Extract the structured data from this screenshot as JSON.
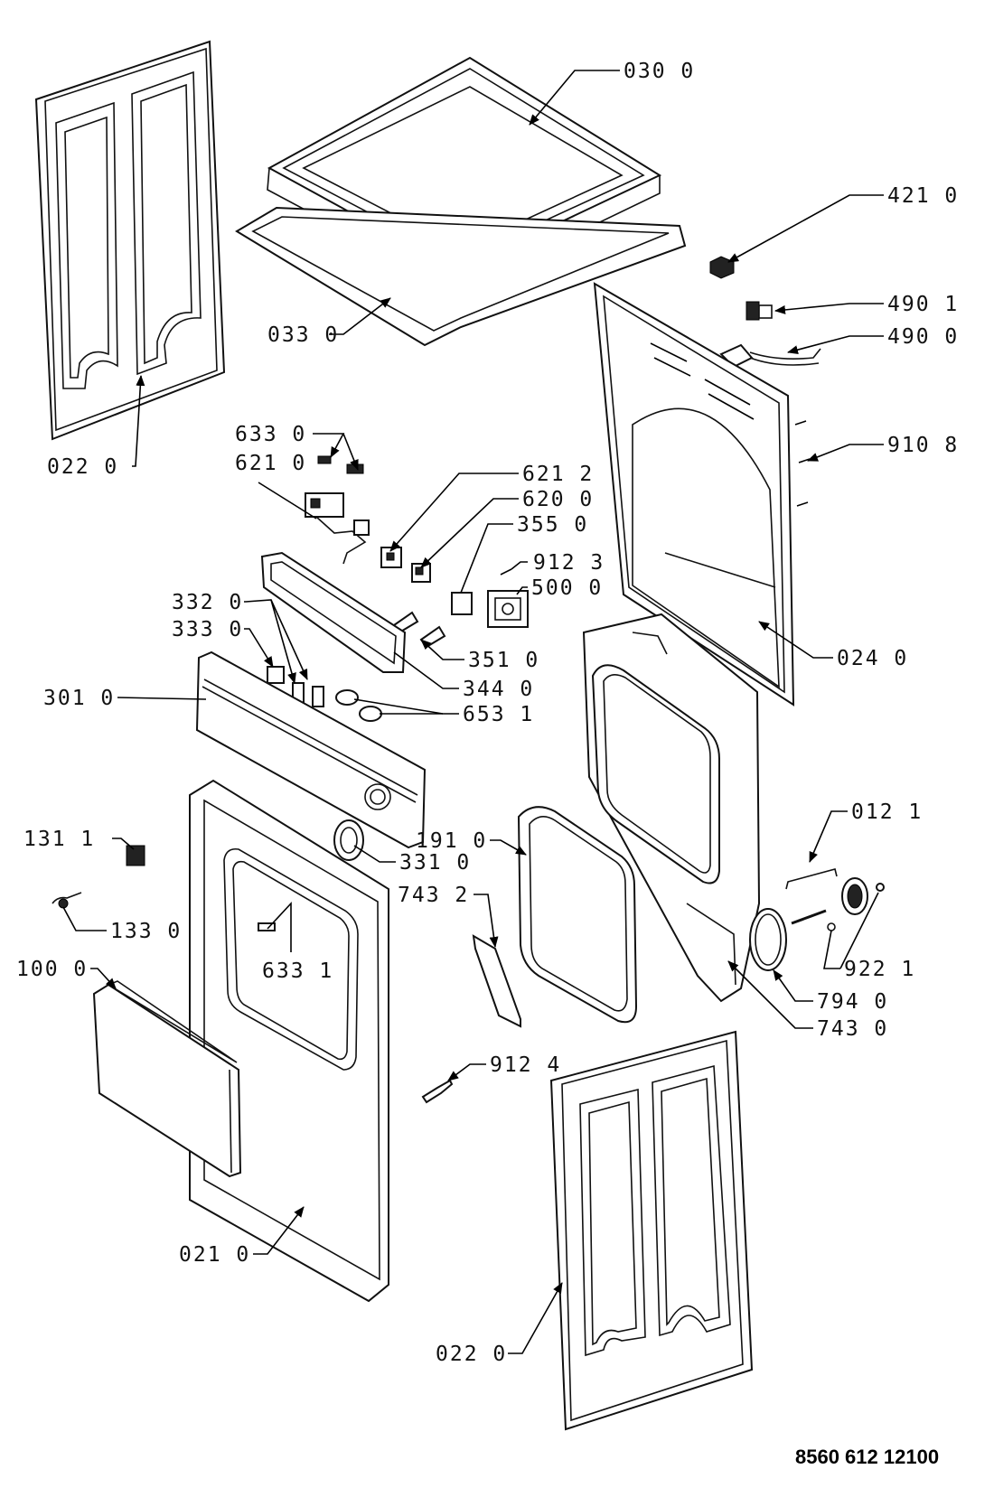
{
  "diagram": {
    "document_code": "8560 612 12100",
    "callouts": [
      {
        "id": "c030",
        "text": "030 0"
      },
      {
        "id": "c421",
        "text": "421 0"
      },
      {
        "id": "c4901",
        "text": "490 1"
      },
      {
        "id": "c4900",
        "text": "490 0"
      },
      {
        "id": "c9108",
        "text": "910 8"
      },
      {
        "id": "c0220a",
        "text": "022 0"
      },
      {
        "id": "c033",
        "text": "033 0"
      },
      {
        "id": "c633",
        "text": "633 0"
      },
      {
        "id": "c6210",
        "text": "621 0"
      },
      {
        "id": "c6212",
        "text": "621 2"
      },
      {
        "id": "c620",
        "text": "620 0"
      },
      {
        "id": "c355",
        "text": "355 0"
      },
      {
        "id": "c9123",
        "text": "912 3"
      },
      {
        "id": "c500",
        "text": "500 0"
      },
      {
        "id": "c332",
        "text": "332 0"
      },
      {
        "id": "c333",
        "text": "333 0"
      },
      {
        "id": "c351",
        "text": "351 0"
      },
      {
        "id": "c024",
        "text": "024 0"
      },
      {
        "id": "c344",
        "text": "344 0"
      },
      {
        "id": "c301",
        "text": "301 0"
      },
      {
        "id": "c6531",
        "text": "653 1"
      },
      {
        "id": "c0121",
        "text": "012 1"
      },
      {
        "id": "c1311",
        "text": "131 1"
      },
      {
        "id": "c191",
        "text": "191 0"
      },
      {
        "id": "c331",
        "text": "331 0"
      },
      {
        "id": "c7432",
        "text": "743 2"
      },
      {
        "id": "c133",
        "text": "133 0"
      },
      {
        "id": "c100",
        "text": "100 0"
      },
      {
        "id": "c6331",
        "text": "633 1"
      },
      {
        "id": "c9221",
        "text": "922 1"
      },
      {
        "id": "c794",
        "text": "794 0"
      },
      {
        "id": "c743",
        "text": "743 0"
      },
      {
        "id": "c9124",
        "text": "912 4"
      },
      {
        "id": "c021",
        "text": "021 0"
      },
      {
        "id": "c0220b",
        "text": "022 0"
      }
    ]
  }
}
